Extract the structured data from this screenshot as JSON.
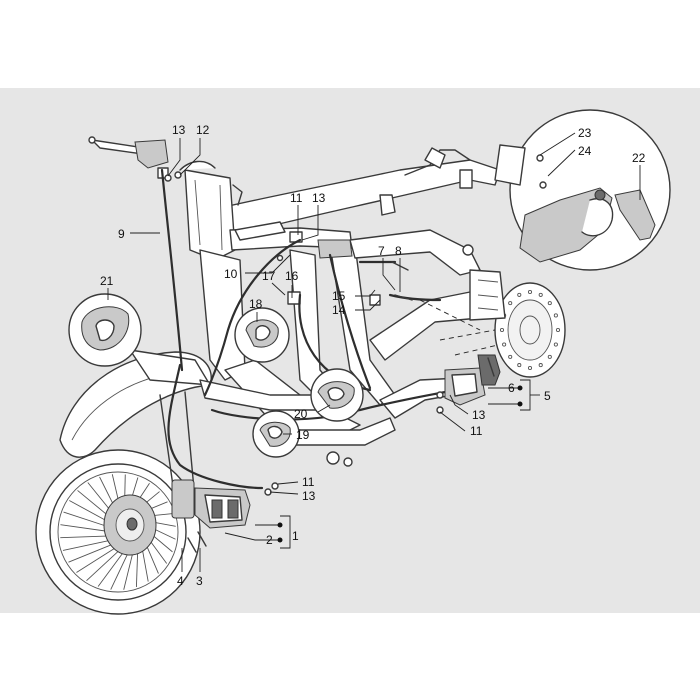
{
  "callouts": [
    {
      "id": "c1",
      "text": "1"
    },
    {
      "id": "c2",
      "text": "2"
    },
    {
      "id": "c3",
      "text": "3"
    },
    {
      "id": "c4",
      "text": "4"
    },
    {
      "id": "c5",
      "text": "5"
    },
    {
      "id": "c6",
      "text": "6"
    },
    {
      "id": "c7",
      "text": "7"
    },
    {
      "id": "c8",
      "text": "8"
    },
    {
      "id": "c9",
      "text": "9"
    },
    {
      "id": "c10",
      "text": "10"
    },
    {
      "id": "c11a",
      "text": "11"
    },
    {
      "id": "c11b",
      "text": "11"
    },
    {
      "id": "c11c",
      "text": "11"
    },
    {
      "id": "c12",
      "text": "12"
    },
    {
      "id": "c13a",
      "text": "13"
    },
    {
      "id": "c13b",
      "text": "13"
    },
    {
      "id": "c13c",
      "text": "13"
    },
    {
      "id": "c13d",
      "text": "13"
    },
    {
      "id": "c14",
      "text": "14"
    },
    {
      "id": "c15",
      "text": "15"
    },
    {
      "id": "c16",
      "text": "16"
    },
    {
      "id": "c17",
      "text": "17"
    },
    {
      "id": "c18",
      "text": "18"
    },
    {
      "id": "c19",
      "text": "19"
    },
    {
      "id": "c20",
      "text": "20"
    },
    {
      "id": "c21",
      "text": "21"
    },
    {
      "id": "c22",
      "text": "22"
    },
    {
      "id": "c23",
      "text": "23"
    },
    {
      "id": "c24",
      "text": "24"
    }
  ],
  "colors": {
    "line": "#3a3a3a",
    "band": "#e6e6e6",
    "background": "#ffffff"
  }
}
